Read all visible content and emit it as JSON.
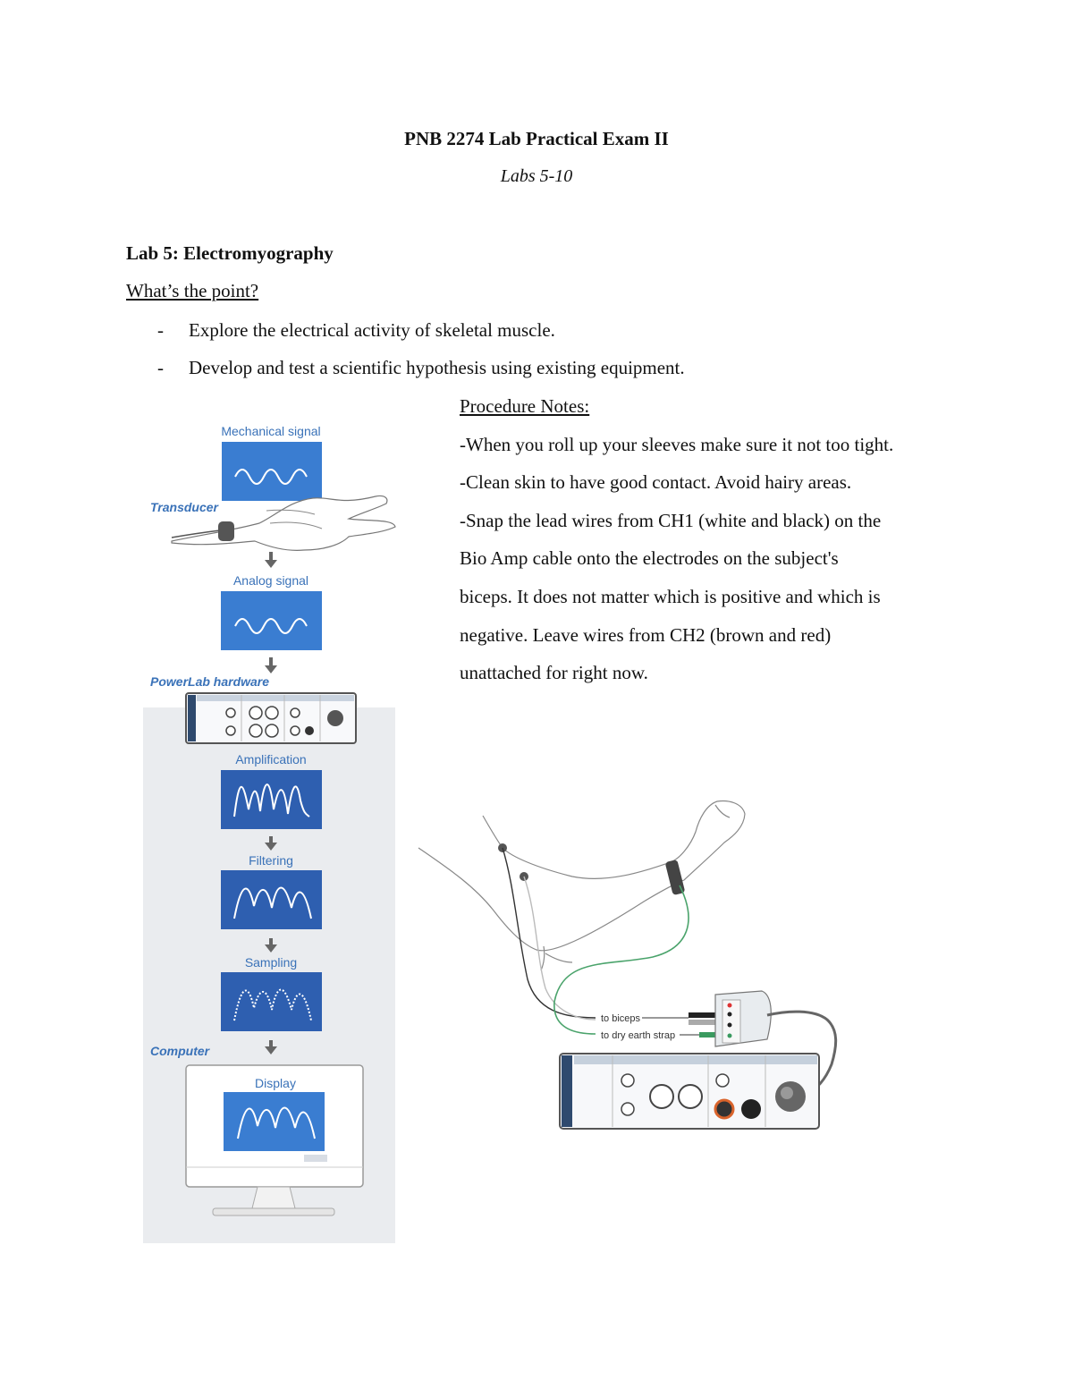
{
  "header": {
    "title": "PNB 2274 Lab Practical Exam II",
    "subtitle": "Labs 5-10"
  },
  "section": {
    "heading": "Lab 5: Electromyography",
    "point_heading": "What’s the point?",
    "bullets": [
      {
        "dash": "-",
        "text": "Explore the electrical activity of skeletal muscle."
      },
      {
        "dash": "-",
        "text": "Develop and test a scientific hypothesis using existing equipment."
      }
    ]
  },
  "procedure": {
    "heading": "Procedure Notes:",
    "lines": [
      "-When you roll up your sleeves make sure it not too tight.",
      "-Clean skin to have good contact. Avoid hairy areas.",
      "-Snap the lead wires from CH1 (white and black) on the",
      "Bio Amp cable onto the electrodes on the subject's",
      "biceps. It does not matter which is positive and which is",
      "negative. Leave wires from CH2 (brown and red)",
      "unattached for right now."
    ]
  },
  "flow_diagram": {
    "mechanical": "Mechanical signal",
    "transducer": "Transducer",
    "analog": "Analog signal",
    "powerlab": "PowerLab hardware",
    "amplification": "Amplification",
    "filtering": "Filtering",
    "sampling": "Sampling",
    "computer": "Computer",
    "display": "Display",
    "colors": {
      "box": "#3a7dd1",
      "box_dark": "#2e5fb0",
      "label": "#3a72b8",
      "panel": "#eaecef"
    }
  },
  "arm_diagram": {
    "label_biceps": "to biceps",
    "label_earth": "to dry earth strap"
  }
}
